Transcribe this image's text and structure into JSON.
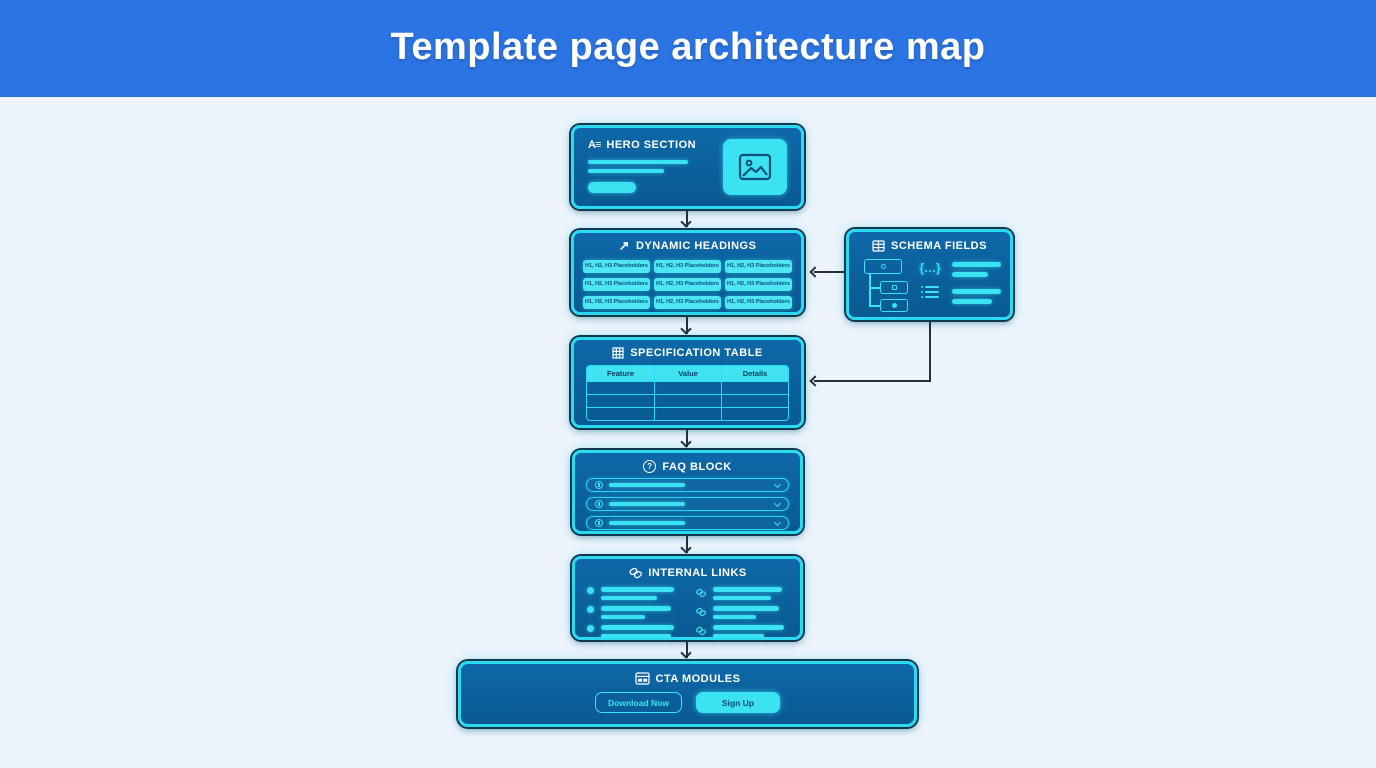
{
  "header": {
    "title": "Template page architecture map"
  },
  "nodes": {
    "hero": {
      "title": "HERO SECTION",
      "icon_glyph": "A≡"
    },
    "dynamic_headings": {
      "title": "DYNAMIC HEADINGS",
      "icon_glyph": "↗",
      "pills": [
        "H1, H2, H3 Placeholders",
        "H1, H2, H3 Placeholders",
        "H1, H2, H3 Placeholders",
        "H1, H2, H3 Placeholders",
        "H1, H2, H3 Placeholders",
        "H1, H2, H3 Placeholders",
        "H1, H2, H3 Placeholders",
        "H1, H2, H3 Placeholders",
        "H1, H2, H3 Placeholders"
      ]
    },
    "schema_fields": {
      "title": "SCHEMA FIELDS",
      "braces": "{…}"
    },
    "specification_table": {
      "title": "SPECIFICATION TABLE",
      "columns": [
        "Feature",
        "Value",
        "Details"
      ],
      "body_row_count": 3
    },
    "faq_block": {
      "title": "FAQ BLOCK",
      "icon_glyph": "?",
      "row_count": 3
    },
    "internal_links": {
      "title": "INTERNAL LINKS"
    },
    "cta_modules": {
      "title": "CTA MODULES",
      "buttons": [
        {
          "label": "Download Now",
          "style": "outline"
        },
        {
          "label": "Sign Up",
          "style": "filled"
        }
      ]
    }
  },
  "colors": {
    "banner_blue": "#2b74e3",
    "background": "#edf3fb",
    "node_fill": "#0c62a0",
    "node_border_cyan": "#2bd9f0",
    "accent_cyan": "#3ae2f2",
    "pill_cyan": "#4fe6f3",
    "pill_text": "#094d84",
    "arrow_dark": "#232f3b",
    "title_text": "#ffffff"
  }
}
